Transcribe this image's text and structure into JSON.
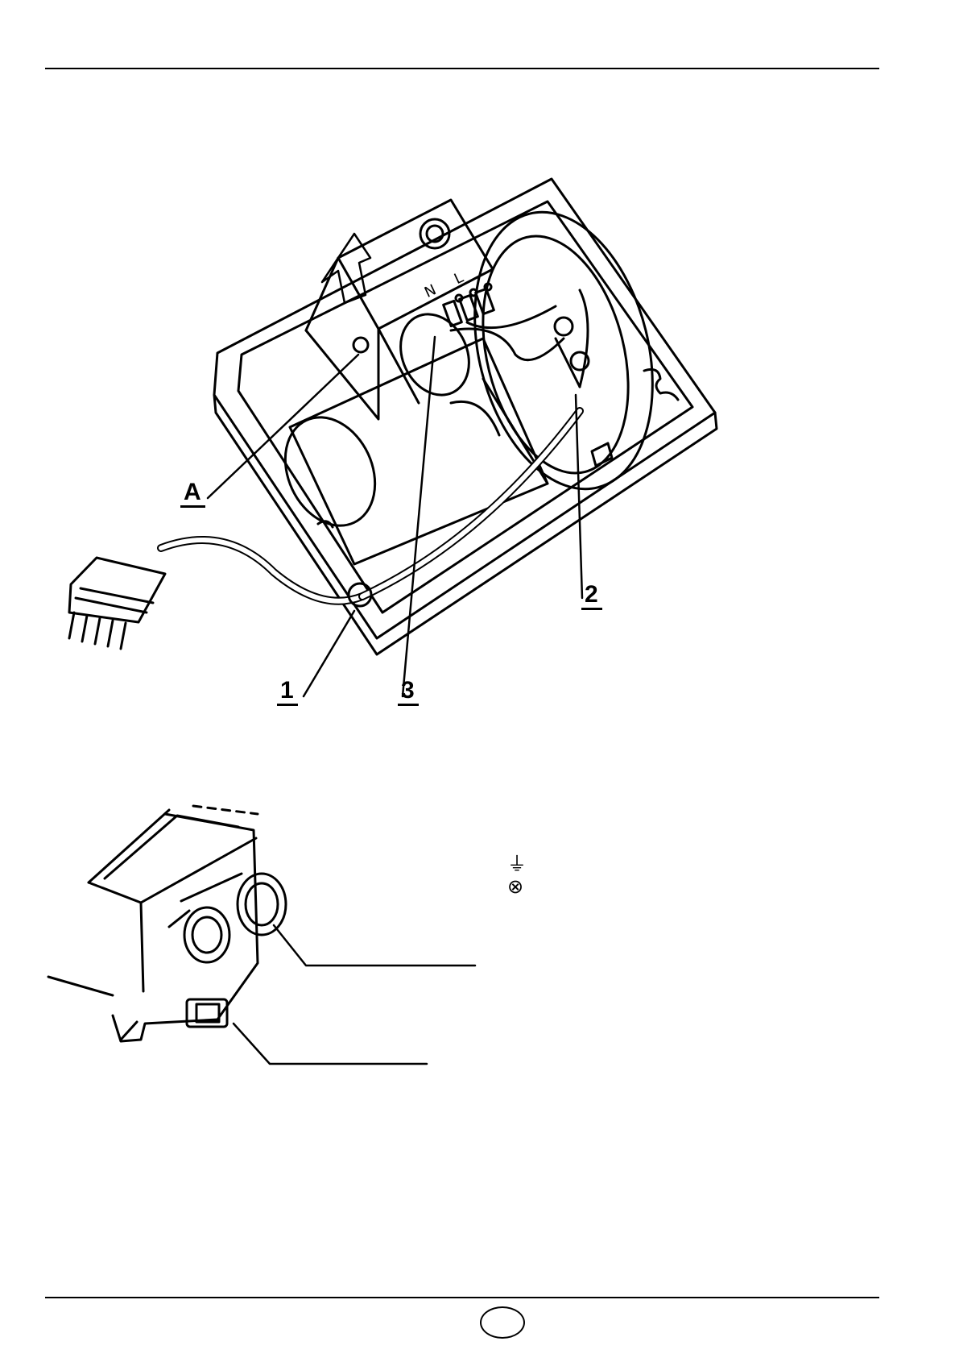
{
  "figure_top": {
    "callouts": {
      "a": "A",
      "one": "1",
      "two": "2",
      "three": "3"
    },
    "terminal_marks": {
      "n": "N",
      "l": "L"
    }
  },
  "legend": {
    "ground_symbol": "⏚",
    "lamp_symbol": "⊗"
  },
  "footer": {
    "page_badge": ""
  }
}
